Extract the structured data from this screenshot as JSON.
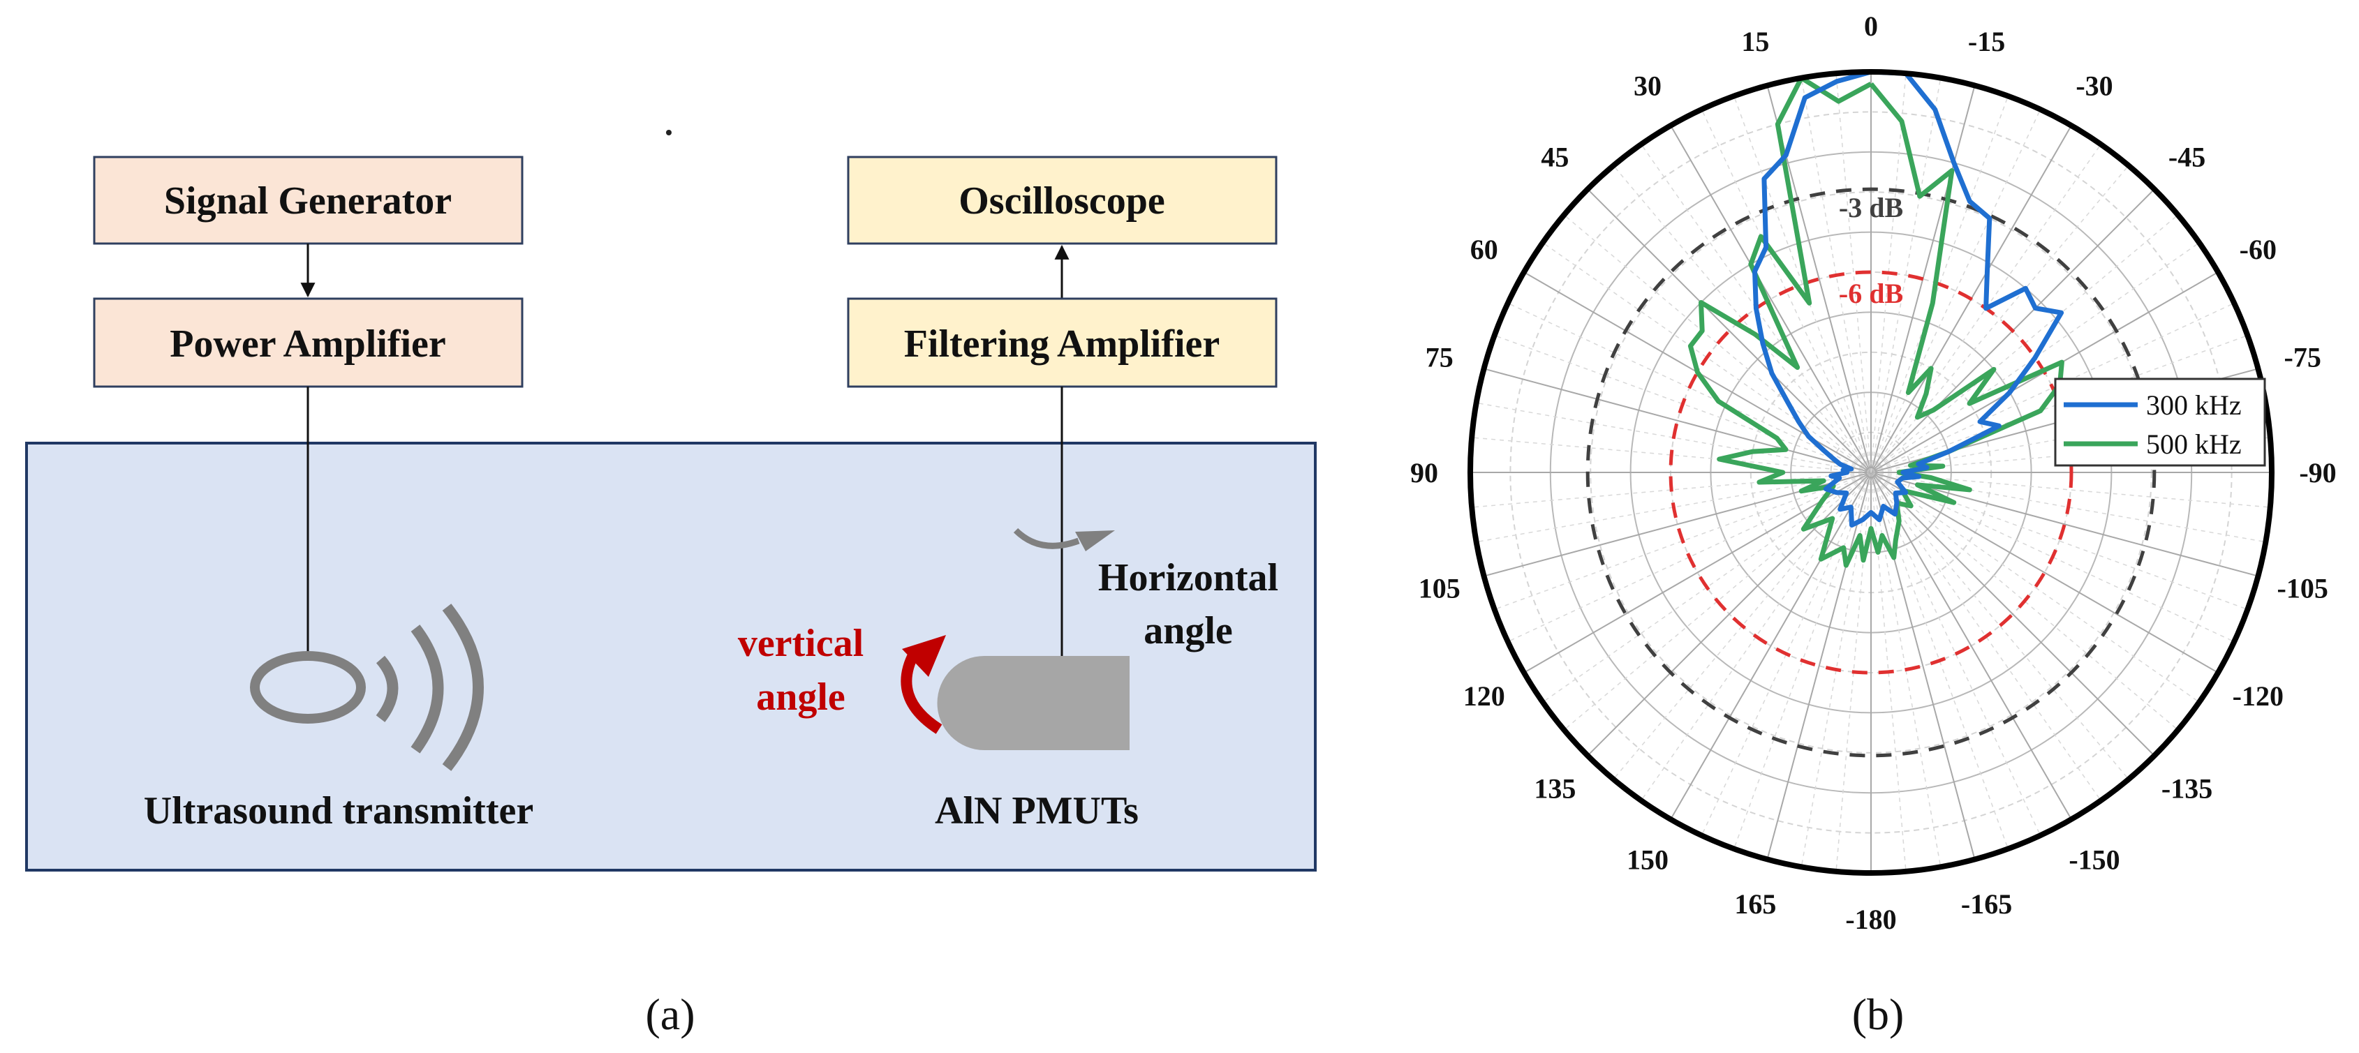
{
  "panel_a": {
    "caption": "(a)",
    "boxes": {
      "signal_generator": "Signal Generator",
      "power_amplifier": "Power Amplifier",
      "oscilloscope": "Oscilloscope",
      "filtering_amplifier": "Filtering Amplifier"
    },
    "transmitter_label": "Ultrasound transmitter",
    "pmut_label": "AlN PMUTs",
    "horizontal_angle": [
      "Horizontal",
      "angle"
    ],
    "vertical_angle": [
      "vertical",
      "angle"
    ],
    "colors": {
      "source_box_fill": "#fbe5d6",
      "receiver_box_fill": "#fff2cc",
      "tank_fill": "#dae3f3",
      "tank_border": "#203864",
      "device_gray": "#a6a6a6",
      "vertical_arrow": "#c00000"
    }
  },
  "panel_b": {
    "caption": "(b)",
    "angle_labels": [
      "0",
      "-15",
      "-30",
      "-45",
      "-60",
      "-75",
      "-90",
      "-105",
      "-120",
      "-135",
      "-150",
      "-165",
      "-180",
      "165",
      "150",
      "135",
      "120",
      "105",
      "90",
      "75",
      "60",
      "45",
      "30",
      "15"
    ],
    "level_labels": {
      "minus3": "-3 dB",
      "minus6": "-6 dB"
    },
    "legend": [
      "300 kHz",
      "500 kHz"
    ]
  },
  "chart_data": {
    "type": "polar",
    "theta_direction": "counter-clockwise positive (0 at top, 15 to the left, -15 to the right)",
    "theta_ticks_deg": [
      0,
      -15,
      -30,
      -45,
      -60,
      -75,
      -90,
      -105,
      -120,
      -135,
      -150,
      -165,
      -180,
      165,
      150,
      135,
      120,
      105,
      90,
      75,
      60,
      45,
      30,
      15
    ],
    "radial_range": [
      0,
      1
    ],
    "grid": true,
    "reference_circles": [
      {
        "label": "-3 dB",
        "r": 0.707,
        "color": "#404040",
        "style": "dashed"
      },
      {
        "label": "-6 dB",
        "r": 0.5,
        "color": "#e03030",
        "style": "dashed"
      }
    ],
    "legend_position": "right",
    "series": [
      {
        "name": "300 kHz",
        "color": "#1f6fd1",
        "theta": [
          0,
          5,
          10,
          15,
          20,
          25,
          30,
          35,
          40,
          45,
          50,
          55,
          60,
          65,
          70,
          75,
          80,
          85,
          90,
          95,
          100,
          110,
          120,
          130,
          140,
          150,
          160,
          170,
          180,
          190,
          200,
          210,
          220,
          230,
          240,
          250,
          260,
          265,
          270,
          275,
          280,
          285,
          290,
          295,
          300,
          305,
          310,
          315,
          320,
          325,
          330,
          335,
          340,
          345,
          350,
          355,
          360
        ],
        "r": [
          1.0,
          0.98,
          0.95,
          0.82,
          0.78,
          0.62,
          0.58,
          0.5,
          0.42,
          0.35,
          0.27,
          0.22,
          0.18,
          0.13,
          0.1,
          0.08,
          0.05,
          0.07,
          0.06,
          0.1,
          0.08,
          0.12,
          0.1,
          0.08,
          0.12,
          0.1,
          0.14,
          0.12,
          0.1,
          0.12,
          0.09,
          0.12,
          0.1,
          0.08,
          0.1,
          0.07,
          0.08,
          0.12,
          0.08,
          0.14,
          0.12,
          0.2,
          0.34,
          0.3,
          0.4,
          0.5,
          0.62,
          0.58,
          0.6,
          0.5,
          0.58,
          0.7,
          0.72,
          0.8,
          0.92,
          1.0,
          1.0
        ]
      },
      {
        "name": "500 kHz",
        "color": "#3aa55b",
        "theta": [
          0,
          5,
          10,
          15,
          20,
          25,
          30,
          35,
          40,
          45,
          50,
          55,
          60,
          65,
          70,
          75,
          80,
          85,
          90,
          95,
          100,
          105,
          110,
          120,
          130,
          140,
          150,
          160,
          165,
          170,
          175,
          180,
          185,
          190,
          195,
          200,
          210,
          220,
          230,
          240,
          250,
          255,
          260,
          265,
          270,
          275,
          280,
          285,
          290,
          295,
          300,
          305,
          310,
          315,
          320,
          325,
          330,
          335,
          340,
          345,
          350,
          355,
          360
        ],
        "r": [
          0.97,
          0.93,
          1.0,
          0.9,
          0.45,
          0.65,
          0.6,
          0.32,
          0.45,
          0.6,
          0.55,
          0.55,
          0.5,
          0.42,
          0.25,
          0.22,
          0.3,
          0.38,
          0.22,
          0.28,
          0.12,
          0.18,
          0.1,
          0.14,
          0.22,
          0.15,
          0.25,
          0.2,
          0.24,
          0.16,
          0.22,
          0.14,
          0.2,
          0.16,
          0.22,
          0.18,
          0.14,
          0.1,
          0.13,
          0.09,
          0.22,
          0.12,
          0.25,
          0.15,
          0.07,
          0.18,
          0.1,
          0.2,
          0.45,
          0.52,
          0.55,
          0.3,
          0.4,
          0.22,
          0.18,
          0.24,
          0.3,
          0.22,
          0.45,
          0.78,
          0.7,
          0.88,
          0.97
        ]
      }
    ]
  }
}
